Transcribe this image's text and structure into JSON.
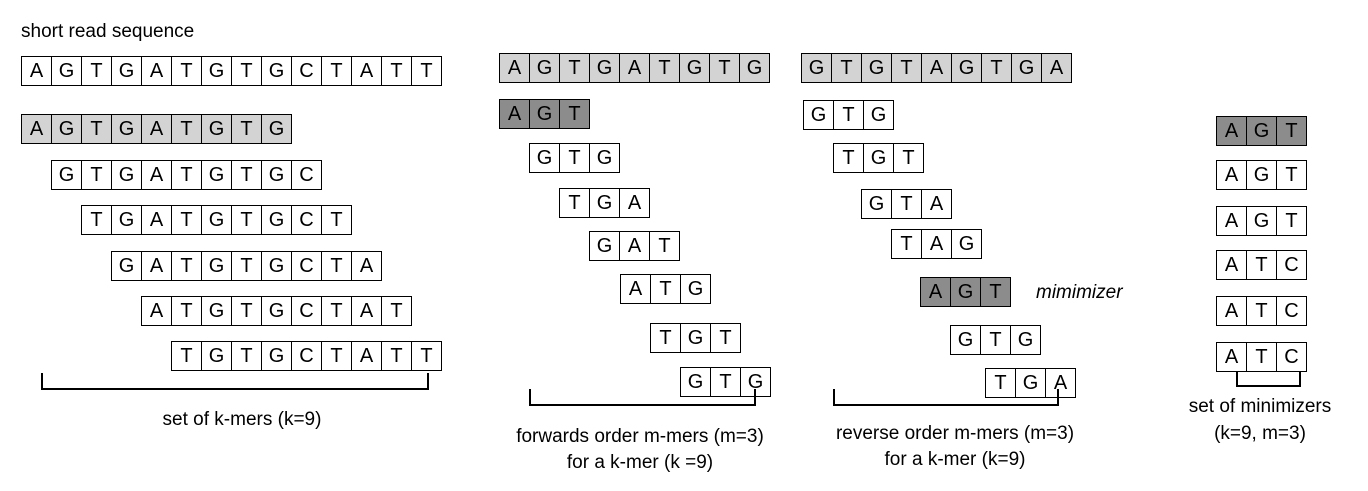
{
  "labels": {
    "read_title": "short read sequence",
    "kmers_caption": "set of k-mers (k=9)",
    "forward_caption_1": "forwards order m-mers (m=3)",
    "forward_caption_2": "for a k-mer (k =9)",
    "reverse_caption_1": "reverse order m-mers (m=3)",
    "reverse_caption_2": "for a k-mer (k=9)",
    "minimizer_label": "mimimizer",
    "minimizers_caption_1": "set of minimizers",
    "minimizers_caption_2": "(k=9, m=3)"
  },
  "sequences": {
    "short_read": "AGTGATGTGCTATT",
    "kmers": [
      "AGTGATGTG",
      "GTGATGTGC",
      "TGATGTGCT",
      "GATGTGCTA",
      "ATGTGCTAT",
      "TGTGCTATT"
    ],
    "forward_kmer": "AGTGATGTG",
    "forward_mmers": [
      "AGT",
      "GTG",
      "TGA",
      "GAT",
      "ATG",
      "TGT",
      "GTG"
    ],
    "reverse_kmer": "GTGTAGTGA",
    "reverse_mmers": [
      "GTG",
      "TGT",
      "GTA",
      "TAG",
      "AGT",
      "GTG",
      "TGA"
    ],
    "minimizers": [
      "AGT",
      "AGT",
      "AGT",
      "ATC",
      "ATC",
      "ATC"
    ]
  },
  "highlight": {
    "light_fill": "#d3d3d3",
    "dark_fill": "#8c8c8c",
    "forward_minimizer_index": 0,
    "reverse_minimizer_index": 4,
    "minimizer_set_highlight_index": 0
  }
}
